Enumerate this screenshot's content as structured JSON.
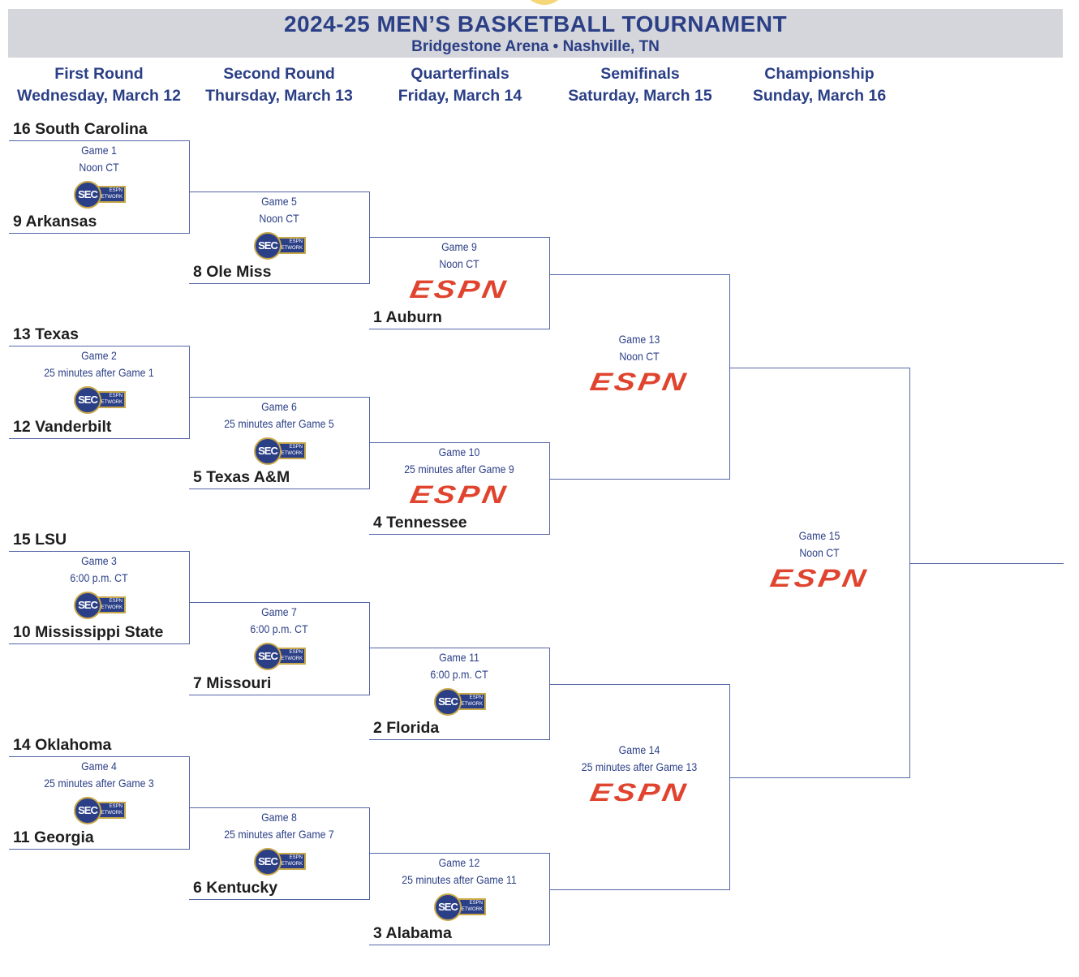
{
  "header": {
    "title": "2024-25 MEN’S BASKETBALL TOURNAMENT",
    "venue": "Bridgestone Arena • Nashville, TN"
  },
  "rounds": [
    {
      "name": "First Round",
      "date": "Wednesday, March 12"
    },
    {
      "name": "Second Round",
      "date": "Thursday, March 13"
    },
    {
      "name": "Quarterfinals",
      "date": "Friday, March 14"
    },
    {
      "name": "Semifinals",
      "date": "Saturday, March 15"
    },
    {
      "name": "Championship",
      "date": "Sunday, March 16"
    }
  ],
  "networks": {
    "sec": {
      "logo_text": "SEC",
      "sub": "ESPN NETWORK"
    },
    "espn": {
      "logo_text": "ESPN"
    }
  },
  "colors": {
    "brand_blue": "#2b3f86",
    "espn_red": "#e0442e",
    "line": "#5566a8",
    "banner": "#d4d6db"
  },
  "games": [
    {
      "label": "Game 1",
      "time": "Noon CT",
      "network": "sec",
      "top_team": "16 South Carolina",
      "bottom_team": "9 Arkansas"
    },
    {
      "label": "Game 2",
      "time": "25 minutes after Game 1",
      "network": "sec",
      "top_team": "13 Texas",
      "bottom_team": "12 Vanderbilt"
    },
    {
      "label": "Game 3",
      "time": "6:00 p.m. CT",
      "network": "sec",
      "top_team": "15 LSU",
      "bottom_team": "10 Mississippi State"
    },
    {
      "label": "Game 4",
      "time": "25 minutes after Game 3",
      "network": "sec",
      "top_team": "14 Oklahoma",
      "bottom_team": "11 Georgia"
    },
    {
      "label": "Game 5",
      "time": "Noon CT",
      "network": "sec",
      "bottom_team": "8 Ole Miss"
    },
    {
      "label": "Game 6",
      "time": "25 minutes after Game 5",
      "network": "sec",
      "bottom_team": "5 Texas A&M"
    },
    {
      "label": "Game 7",
      "time": "6:00 p.m. CT",
      "network": "sec",
      "bottom_team": "7 Missouri"
    },
    {
      "label": "Game 8",
      "time": "25 minutes after Game 7",
      "network": "sec",
      "bottom_team": "6 Kentucky"
    },
    {
      "label": "Game 9",
      "time": "Noon CT",
      "network": "espn",
      "bottom_team": "1 Auburn"
    },
    {
      "label": "Game 10",
      "time": "25 minutes after Game 9",
      "network": "espn",
      "bottom_team": "4 Tennessee"
    },
    {
      "label": "Game 11",
      "time": "6:00 p.m. CT",
      "network": "sec",
      "bottom_team": "2 Florida"
    },
    {
      "label": "Game 12",
      "time": "25 minutes after Game 11",
      "network": "sec",
      "bottom_team": "3 Alabama"
    },
    {
      "label": "Game 13",
      "time": "Noon CT",
      "network": "espn"
    },
    {
      "label": "Game 14",
      "time": "25 minutes after Game 13",
      "network": "espn"
    },
    {
      "label": "Game 15",
      "time": "Noon CT",
      "network": "espn"
    }
  ]
}
